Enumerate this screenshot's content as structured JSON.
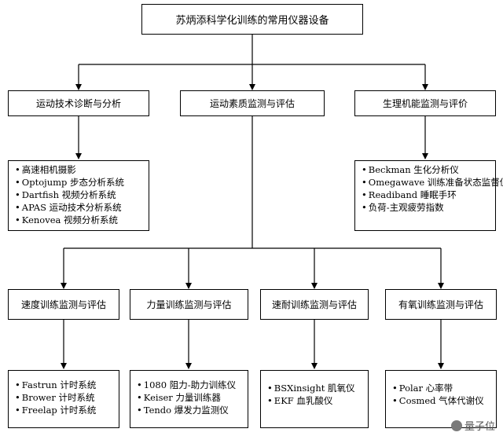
{
  "root": {
    "label": "苏炳添科学化训练的常用仪器设备"
  },
  "level1": [
    {
      "label": "运动技术诊断与分析"
    },
    {
      "label": "运动素质监测与评估"
    },
    {
      "label": "生理机能监测与评价"
    }
  ],
  "tech_list": [
    "高速相机摄影",
    "Optojump 步态分析系统",
    "Dartfish 视频分析系统",
    "APAS 运动技术分析系统",
    "Kenovea 视频分析系统"
  ],
  "physio_list": [
    "Beckman 生化分析仪",
    "Omegawave 训练准备状态监督仪",
    "Readiband 睡眠手环",
    "负荷-主观疲劳指数"
  ],
  "level2": [
    {
      "label": "速度训练监测与评估"
    },
    {
      "label": "力量训练监测与评估"
    },
    {
      "label": "速耐训练监测与评估"
    },
    {
      "label": "有氧训练监测与评估"
    }
  ],
  "speed_list": [
    "Fastrun 计时系统",
    "Brower 计时系统",
    "Freelap 计时系统"
  ],
  "strength_list": [
    "1080 阻力-助力训练仪",
    "Keiser 力量训练器",
    "Tendo 爆发力监测仪"
  ],
  "endurance_list": [
    "BSXinsight 肌氧仪",
    "EKF 血乳酸仪"
  ],
  "aerobic_list": [
    "Polar 心率带",
    "Cosmed 气体代谢仪"
  ],
  "watermark": {
    "text": "量子位"
  }
}
